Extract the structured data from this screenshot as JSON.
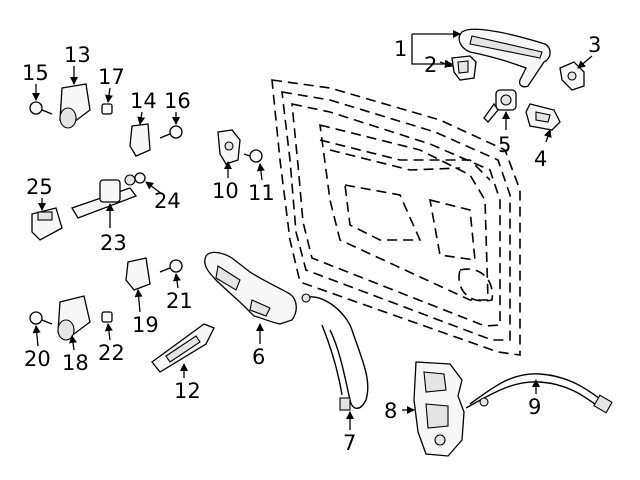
{
  "diagram": {
    "callouts": [
      {
        "id": "c1",
        "text": "1"
      },
      {
        "id": "c2",
        "text": "2"
      },
      {
        "id": "c3",
        "text": "3"
      },
      {
        "id": "c4",
        "text": "4"
      },
      {
        "id": "c5",
        "text": "5"
      },
      {
        "id": "c6",
        "text": "6"
      },
      {
        "id": "c7",
        "text": "7"
      },
      {
        "id": "c8",
        "text": "8"
      },
      {
        "id": "c9",
        "text": "9"
      },
      {
        "id": "c10",
        "text": "10"
      },
      {
        "id": "c11",
        "text": "11"
      },
      {
        "id": "c12",
        "text": "12"
      },
      {
        "id": "c13",
        "text": "13"
      },
      {
        "id": "c14",
        "text": "14"
      },
      {
        "id": "c15",
        "text": "15"
      },
      {
        "id": "c16",
        "text": "16"
      },
      {
        "id": "c17",
        "text": "17"
      },
      {
        "id": "c18",
        "text": "18"
      },
      {
        "id": "c19",
        "text": "19"
      },
      {
        "id": "c20",
        "text": "20"
      },
      {
        "id": "c21",
        "text": "21"
      },
      {
        "id": "c22",
        "text": "22"
      },
      {
        "id": "c23",
        "text": "23"
      },
      {
        "id": "c24",
        "text": "24"
      },
      {
        "id": "c25",
        "text": "25"
      }
    ]
  }
}
